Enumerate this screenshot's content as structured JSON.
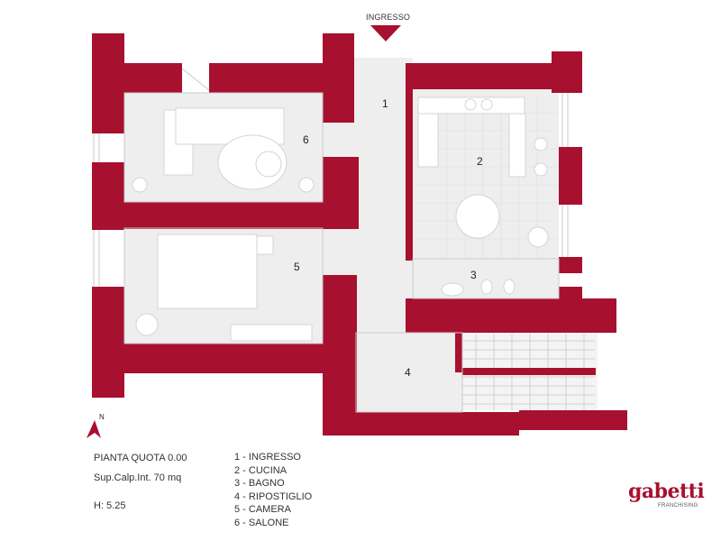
{
  "entrance": {
    "label": "INGRESSO"
  },
  "north": {
    "label": "N"
  },
  "rooms": [
    {
      "number": "1",
      "name": "INGRESSO"
    },
    {
      "number": "2",
      "name": "CUCINA"
    },
    {
      "number": "3",
      "name": "BAGNO"
    },
    {
      "number": "4",
      "name": "RIPOSTIGLIO"
    },
    {
      "number": "5",
      "name": "CAMERA"
    },
    {
      "number": "6",
      "name": "SALONE"
    }
  ],
  "info": {
    "title": "PIANTA QUOTA 0.00",
    "surface": "Sup.Calp.Int.  70 mq",
    "height": "H: 5.25"
  },
  "legend": [
    "1 - INGRESSO",
    "2 - CUCINA",
    "3 - BAGNO",
    "4 - RIPOSTIGLIO",
    "5 - CAMERA",
    "6 - SALONE"
  ],
  "brand": {
    "name": "gabetti",
    "tagline": "FRANCHISING"
  },
  "colors": {
    "wall": "#a8102f",
    "floor": "#eeeeee",
    "background": "#ffffff",
    "furniture": "#ffffff"
  }
}
